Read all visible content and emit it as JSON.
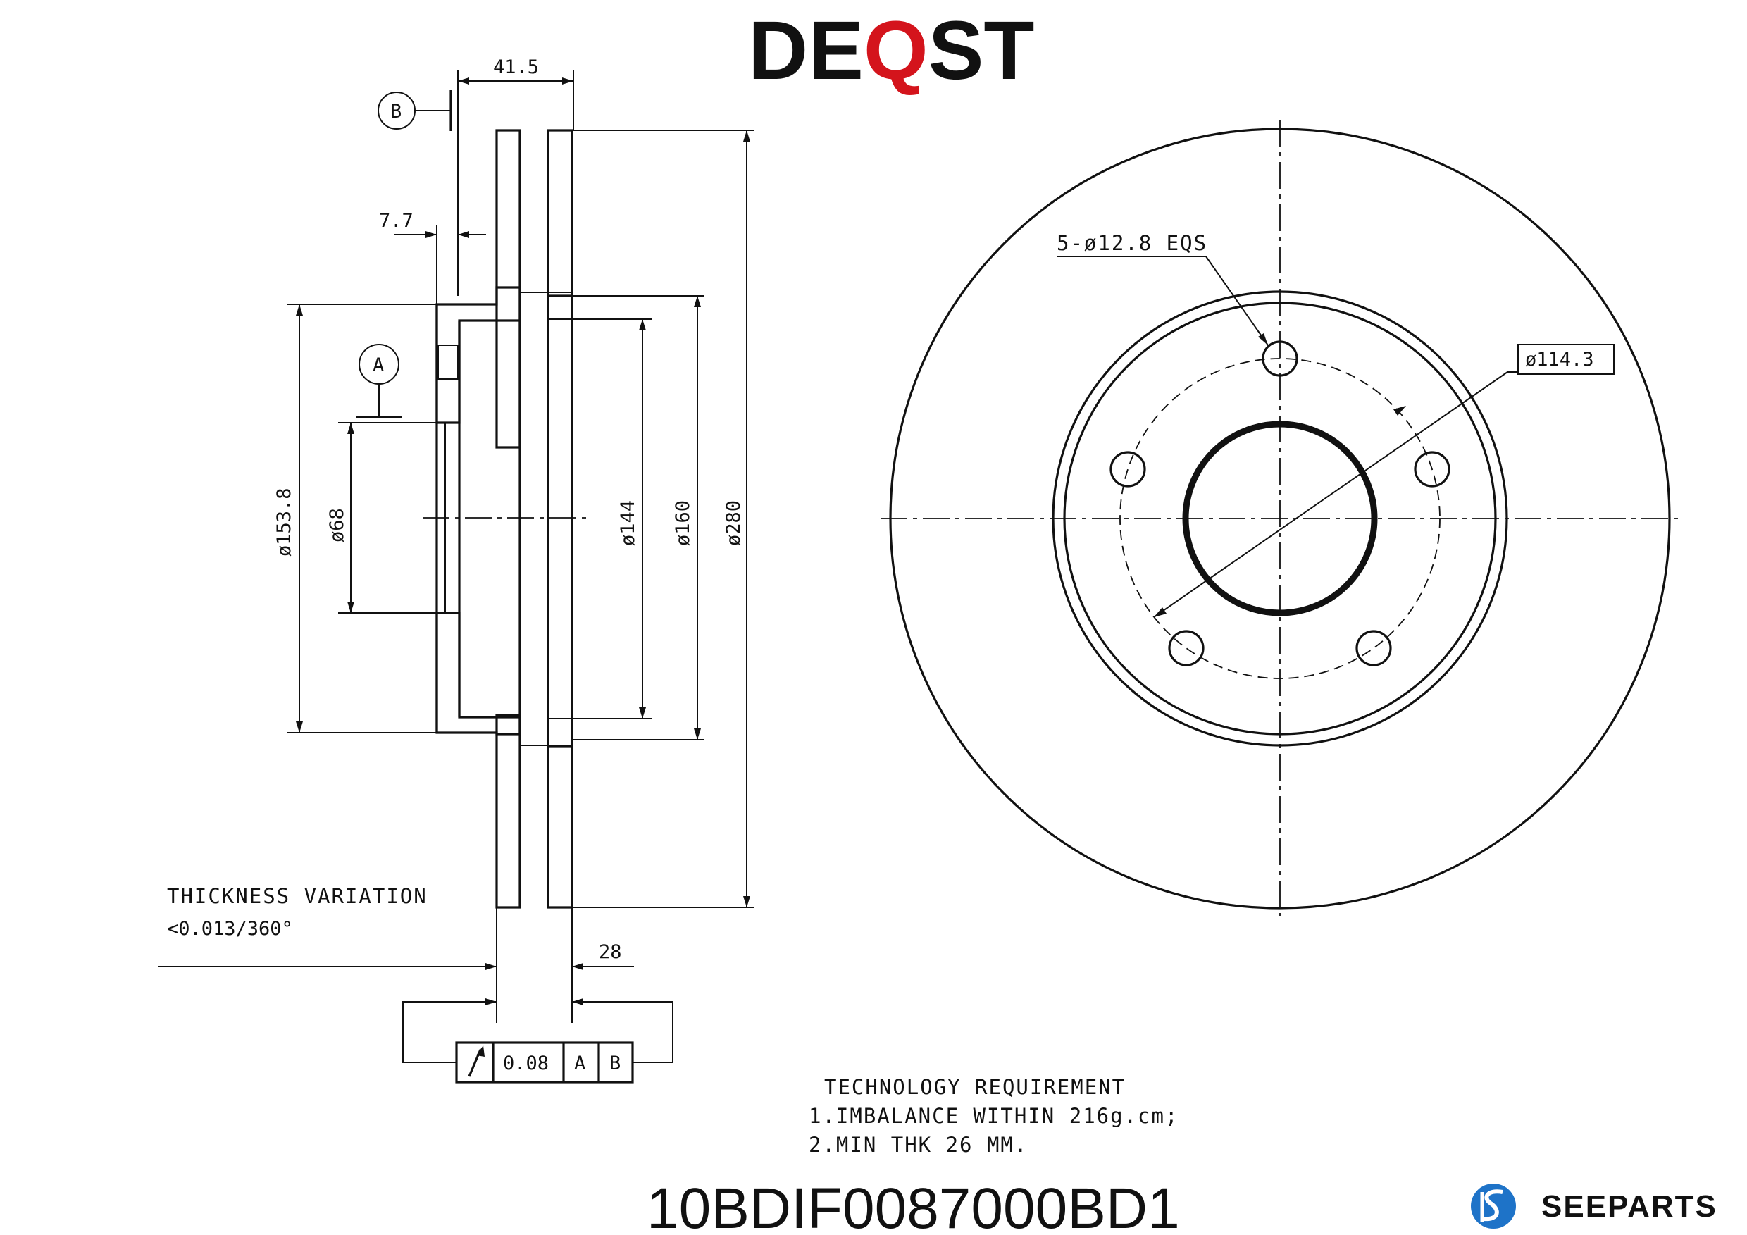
{
  "brand": {
    "prefix": "DE",
    "q": "Q",
    "suffix": "ST",
    "accent_color": "#d4141c"
  },
  "part_number": "10BDIF0087000BD1",
  "footer_logo": {
    "text": "SEEPARTS",
    "icon": "seeparts-logo-icon",
    "color": "#1e73c8"
  },
  "datums": {
    "a": "A",
    "b": "B"
  },
  "dimensions": {
    "overall_width": "41.5",
    "hub_offset": "7.7",
    "d_hat": "ø153.8",
    "d_bore": "ø68",
    "d_inner": "ø144",
    "d_friction_inner": "ø160",
    "d_outer": "ø280",
    "thickness": "28",
    "bolt_holes": "5-ø12.8 EQS",
    "pcd": "ø114.3"
  },
  "thickness_variation": {
    "title": "THICKNESS VARIATION",
    "value": "<0.013/360°"
  },
  "runout_frame": {
    "symbol": "runout-arrow-icon",
    "tolerance": "0.08",
    "datum1": "A",
    "datum2": "B"
  },
  "technology_requirement": {
    "title": "TECHNOLOGY REQUIREMENT",
    "line1": "1.IMBALANCE WITHIN 216g.cm;",
    "line2": "2.MIN THK 26 MM."
  }
}
